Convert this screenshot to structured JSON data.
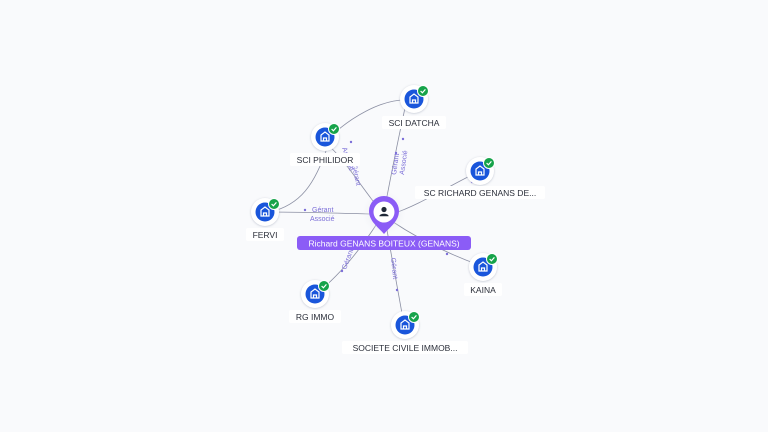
{
  "center": {
    "label": "Richard GENANS BOITEUX (GENANS)",
    "icon": "person-icon",
    "color": "#8b5cf6"
  },
  "companies": [
    {
      "id": "sci-datcha",
      "label": "SCI DATCHA",
      "icon": "building-icon",
      "badge": "check-badge-icon"
    },
    {
      "id": "sci-philidor",
      "label": "SCI PHILIDOR",
      "icon": "building-icon",
      "badge": "check-badge-icon"
    },
    {
      "id": "sc-richard",
      "label": "SC RICHARD GENANS DE...",
      "icon": "building-icon",
      "badge": "check-badge-icon"
    },
    {
      "id": "fervi",
      "label": "FERVI",
      "icon": "building-icon",
      "badge": "check-badge-icon"
    },
    {
      "id": "kaina",
      "label": "KAINA",
      "icon": "building-icon",
      "badge": "check-badge-icon"
    },
    {
      "id": "rg-immo",
      "label": "RG IMMO",
      "icon": "building-icon",
      "badge": "check-badge-icon"
    },
    {
      "id": "societe-civile",
      "label": "SOCIETE CIVILE IMMOB...",
      "icon": "building-icon",
      "badge": "check-badge-icon"
    }
  ],
  "edge_labels": {
    "datcha_1": "Gérant",
    "datcha_2": "Associé",
    "philidor_1": "Gérant",
    "philidor_2": "Associé",
    "fervi_1": "Gérant",
    "fervi_2": "Associé",
    "rgimmo_1": "Gérant",
    "societe_1": "Gérant"
  },
  "colors": {
    "node_blue": "#1a56db",
    "badge_green": "#16a34a",
    "center_purple": "#8b5cf6",
    "edge": "#8b8fa3",
    "edge_label": "#7c6fd8"
  }
}
